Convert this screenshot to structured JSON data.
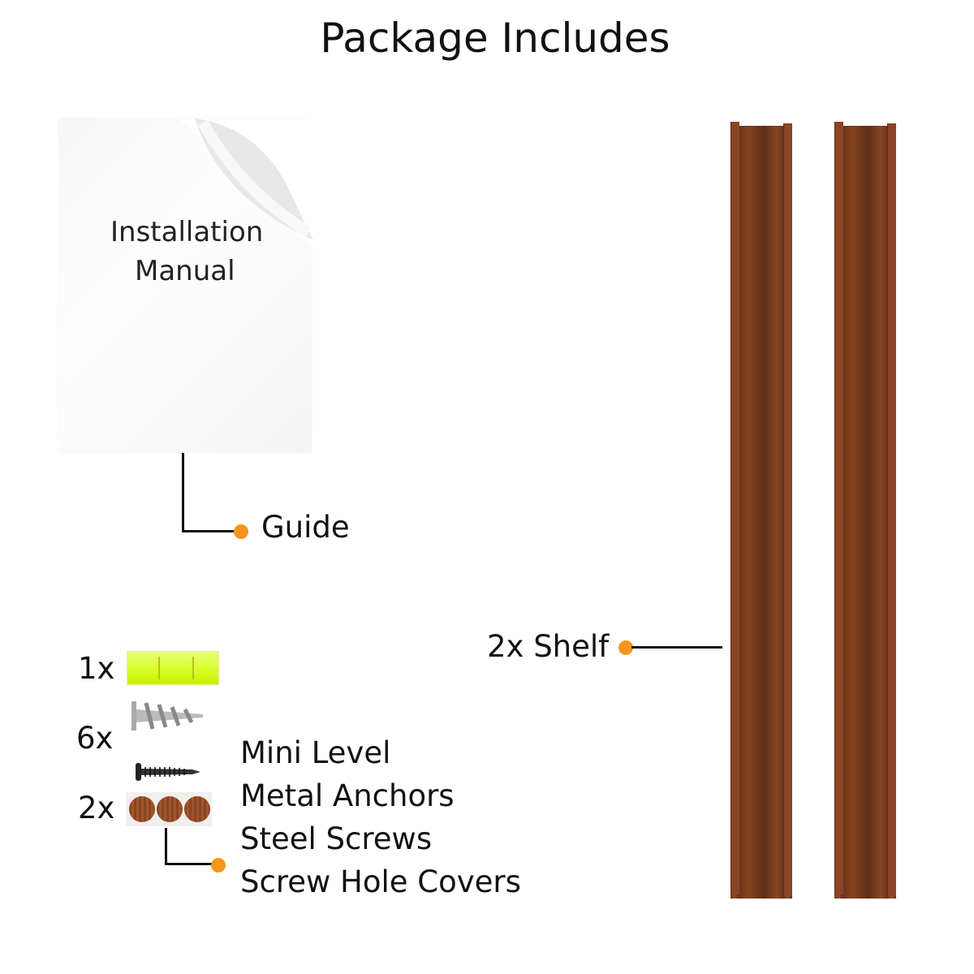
{
  "title": "Package Includes",
  "manual": {
    "line1": "Installation",
    "line2": "Manual"
  },
  "callouts": {
    "guide": "Guide",
    "shelf": "2x Shelf",
    "hardware": [
      "Mini Level",
      "Metal Anchors",
      "Steel Screws",
      "Screw Hole Covers"
    ]
  },
  "quantities": {
    "level": "1x",
    "anchors_screws": "6x",
    "covers": "2x"
  },
  "colors": {
    "accent_dot": "#f7941d",
    "wood": "#7a3a1e",
    "level": "#d8ff2e"
  }
}
